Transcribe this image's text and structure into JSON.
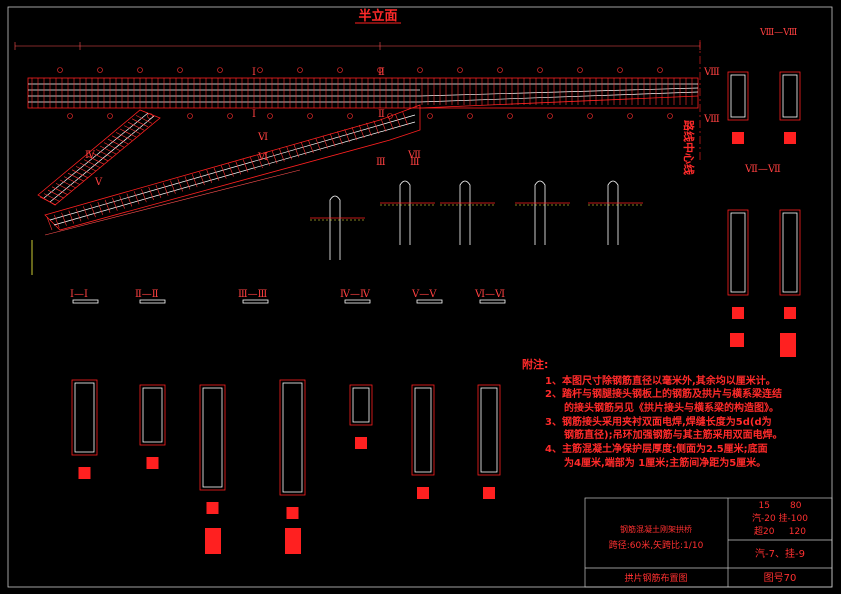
{
  "drawing": {
    "title": "半立面",
    "side_label": "路线中心线",
    "section_labels": [
      "Ⅰ",
      "Ⅰ",
      "Ⅱ",
      "Ⅱ",
      "Ⅲ",
      "Ⅲ",
      "Ⅳ",
      "Ⅳ",
      "Ⅴ",
      "Ⅴ",
      "Ⅵ",
      "Ⅵ",
      "Ⅶ",
      "Ⅶ",
      "Ⅷ",
      "Ⅷ"
    ],
    "section_titles": [
      "Ⅰ—Ⅰ",
      "Ⅱ—Ⅱ",
      "Ⅲ—Ⅲ",
      "Ⅳ—Ⅳ",
      "Ⅴ—Ⅴ",
      "Ⅵ—Ⅵ",
      "Ⅶ—Ⅶ",
      "Ⅷ—Ⅷ"
    ]
  },
  "notes": {
    "heading": "附注:",
    "lines": [
      "1、本图尺寸除钢筋直径以毫米外,其余均以厘米计。",
      "2、踏杆与钢腿接头钢板上的钢筋及拱片与横系梁连结",
      "的接头钢筋另见《拱片接头与横系梁的构造图》。",
      "3、钢筋接头采用夹衬双面电焊,焊缝长度为5d(d为",
      "钢筋直径);吊环加强钢筋与其主筋采用双面电焊。",
      "4、主筋混凝土净保护层厚度:侧面为2.5厘米;底面",
      "为4厘米,端部为 1厘米;主筋间净距为5厘米。"
    ]
  },
  "title_block": {
    "project_name": "钢筋混凝土刚架拱桥",
    "span_info": "跨径:60米,矢跨比:1/10",
    "drawing_name": "拱片钢筋布置图",
    "load_lines": [
      "15       80",
      "汽-20 挂-100",
      "超20     120"
    ],
    "load_class": "汽-7、挂-9",
    "drawing_no": "图号70"
  },
  "colors": {
    "background": "#000000",
    "line": "#ff2020",
    "rebar": "#ffffff",
    "accent_green": "#39ff39",
    "accent_yellow": "#ffff40",
    "dim": "#ff5050"
  }
}
